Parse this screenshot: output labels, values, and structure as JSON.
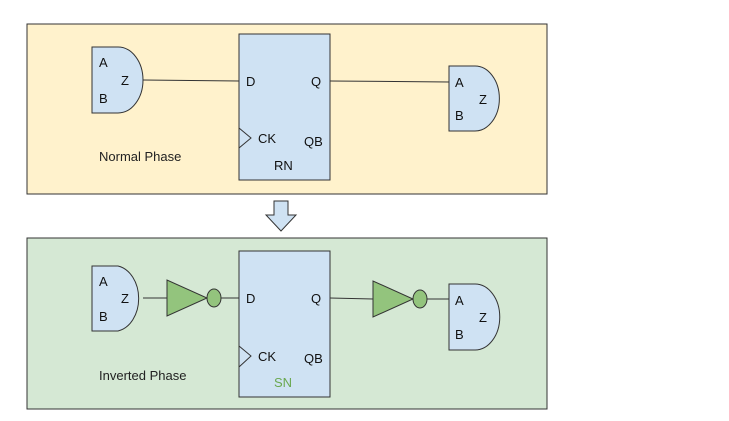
{
  "colors": {
    "normal_bg": "#fff2cc",
    "inverted_bg": "#d5e8d4",
    "block_fill": "#cfe2f3",
    "inverter_fill": "#93c47d",
    "stroke": "#333333",
    "sn_text": "#6aa84f"
  },
  "normal_phase": {
    "label": "Normal Phase",
    "left_gate": {
      "in_a": "A",
      "in_b": "B",
      "out": "Z"
    },
    "flipflop": {
      "d": "D",
      "q": "Q",
      "ck": "CK",
      "qb": "QB",
      "reset": "RN"
    },
    "right_gate": {
      "in_a": "A",
      "in_b": "B",
      "out": "Z"
    }
  },
  "arrow": {
    "icon": "down-arrow-icon"
  },
  "inverted_phase": {
    "label": "Inverted Phase",
    "left_gate": {
      "in_a": "A",
      "in_b": "B",
      "out": "Z"
    },
    "flipflop": {
      "d": "D",
      "q": "Q",
      "ck": "CK",
      "qb": "QB",
      "set": "SN"
    },
    "right_gate": {
      "in_a": "A",
      "in_b": "B",
      "out": "Z"
    }
  }
}
